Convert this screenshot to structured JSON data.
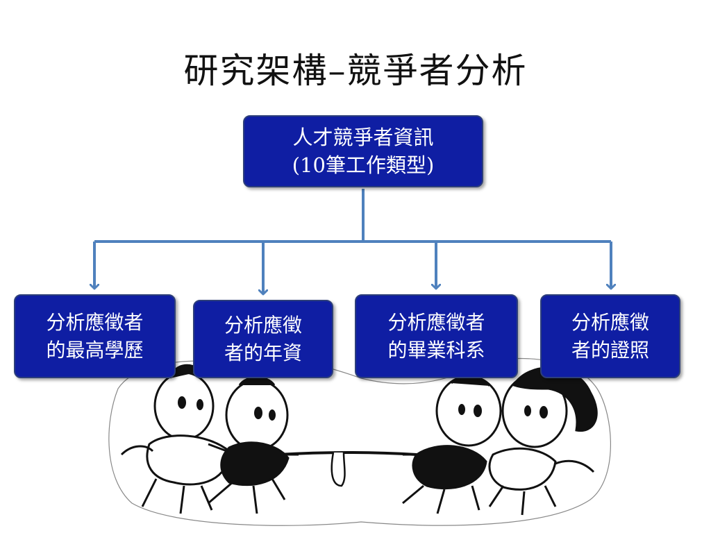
{
  "title": "研究架構–競爭者分析",
  "colors": {
    "node_fill": "#0f1ea3",
    "node_text": "#ffffff",
    "connector": "#4f81bd"
  },
  "root": {
    "line1": "人才競爭者資訊",
    "line2": "(10筆工作類型)"
  },
  "children": [
    {
      "line1": "分析應徵者",
      "line2": "的最高學歷"
    },
    {
      "line1": "分析應徵",
      "line2": "者的年資"
    },
    {
      "line1": "分析應徵者",
      "line2": "的畢業科系"
    },
    {
      "line1": "分析應徵",
      "line2": "者的證照"
    }
  ],
  "illustration": "tug-of-war-cartoon"
}
